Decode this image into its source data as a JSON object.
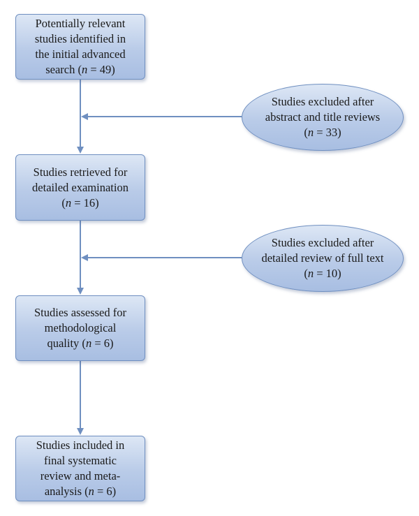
{
  "boxes": {
    "identified": {
      "lines": [
        "Potentially relevant",
        "studies identified in",
        "the initial advanced"
      ],
      "last_prefix": "search (",
      "n_var": "n",
      "count_text": " = 49)"
    },
    "retrieved": {
      "lines": [
        "Studies retrieved for",
        "detailed examination"
      ],
      "last_prefix": "(",
      "n_var": "n",
      "count_text": " = 16)"
    },
    "assessed": {
      "lines": [
        "Studies assessed for",
        "methodological"
      ],
      "last_prefix": "quality (",
      "n_var": "n",
      "count_text": " = 6)"
    },
    "included": {
      "lines": [
        "Studies included in",
        "final systematic",
        "review and meta-"
      ],
      "last_prefix": "analysis (",
      "n_var": "n",
      "count_text": " = 6)"
    }
  },
  "exclusions": {
    "abstract_title": {
      "lines": [
        "Studies excluded after",
        "abstract and title reviews"
      ],
      "last_prefix": "(",
      "n_var": "n",
      "count_text": " = 33)"
    },
    "full_text": {
      "lines": [
        "Studies excluded after",
        "detailed review of full text"
      ],
      "last_prefix": "(",
      "n_var": "n",
      "count_text": " = 10)"
    }
  },
  "colors": {
    "border": "#6f8fc0",
    "fill": "#b9cbe8",
    "arrow": "#6f8fc0"
  }
}
